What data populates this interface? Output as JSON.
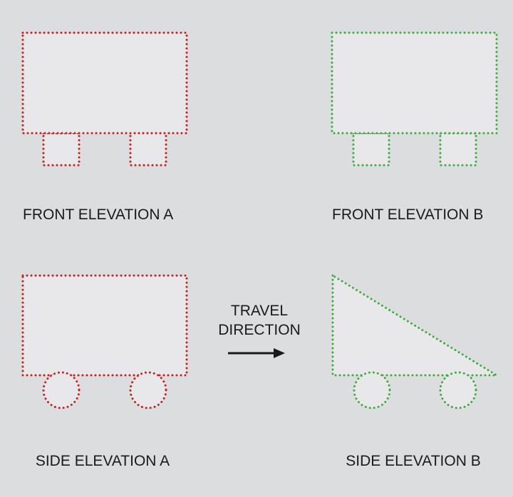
{
  "labels": {
    "front_a": "FRONT ELEVATION A",
    "front_b": "FRONT ELEVATION B",
    "side_a": "SIDE ELEVATION A",
    "side_b": "SIDE ELEVATION B",
    "travel_line1": "TRAVEL",
    "travel_line2": "DIRECTION"
  },
  "colors": {
    "variant_a": "#c41f1f",
    "variant_b": "#3aac3a",
    "background": "#dcdddf",
    "shape_fill": "#e8e8ea"
  }
}
